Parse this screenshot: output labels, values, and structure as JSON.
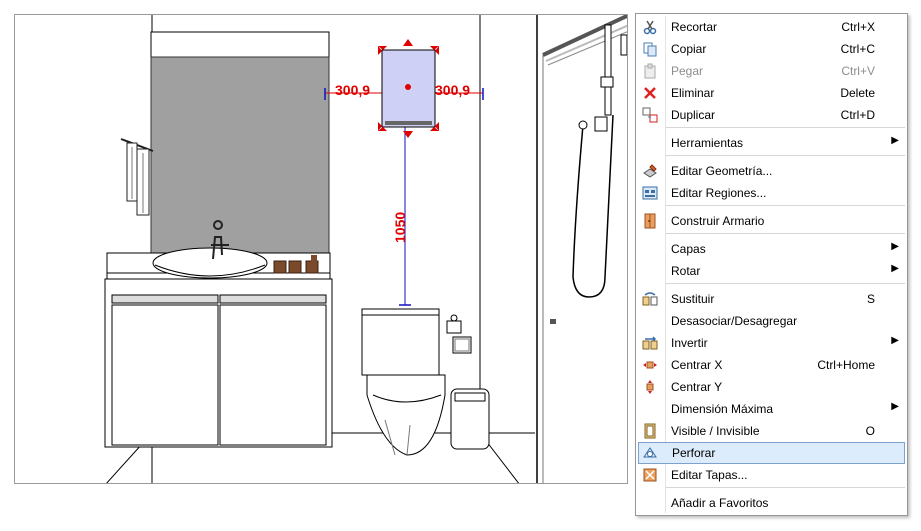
{
  "viewport": {
    "dim_left": "300,9",
    "dim_right": "300,9",
    "dim_vertical": "1050"
  },
  "menu": {
    "items": [
      {
        "label": "Recortar",
        "shortcut": "Ctrl+X",
        "icon": "scissors-icon"
      },
      {
        "label": "Copiar",
        "shortcut": "Ctrl+C",
        "icon": "copy-icon"
      },
      {
        "label": "Pegar",
        "shortcut": "Ctrl+V",
        "icon": "paste-icon",
        "disabled": true
      },
      {
        "label": "Eliminar",
        "shortcut": "Delete",
        "icon": "delete-x-icon"
      },
      {
        "label": "Duplicar",
        "shortcut": "Ctrl+D",
        "icon": "duplicate-icon"
      },
      {
        "label": "Herramientas",
        "submenu": true
      },
      {
        "label": "Editar Geometría...",
        "icon": "edit-geometry-icon"
      },
      {
        "label": "Editar Regiones...",
        "icon": "edit-regions-icon"
      },
      {
        "label": "Construir Armario",
        "icon": "build-cabinet-icon"
      },
      {
        "label": "Capas",
        "submenu": true
      },
      {
        "label": "Rotar",
        "submenu": true
      },
      {
        "label": "Sustituir",
        "shortcut": "S",
        "icon": "replace-icon"
      },
      {
        "label": "Desasociar/Desagregar"
      },
      {
        "label": "Invertir",
        "icon": "invert-icon",
        "submenu": true
      },
      {
        "label": "Centrar X",
        "shortcut": "Ctrl+Home",
        "icon": "center-x-icon"
      },
      {
        "label": "Centrar Y",
        "icon": "center-y-icon"
      },
      {
        "label": "Dimensión Máxima",
        "submenu": true
      },
      {
        "label": "Visible / Invisible",
        "shortcut": "O",
        "icon": "visibility-icon"
      },
      {
        "label": "Perforar",
        "icon": "perforate-icon",
        "highlighted": true
      },
      {
        "label": "Editar Tapas...",
        "icon": "edit-caps-icon"
      },
      {
        "label": "Añadir a Favoritos"
      }
    ]
  },
  "colors": {
    "highlight_bg": "#dcecfc",
    "highlight_border": "#7da2ce",
    "dimension_red": "#e00000",
    "selection_fill": "#cfd0f5"
  }
}
